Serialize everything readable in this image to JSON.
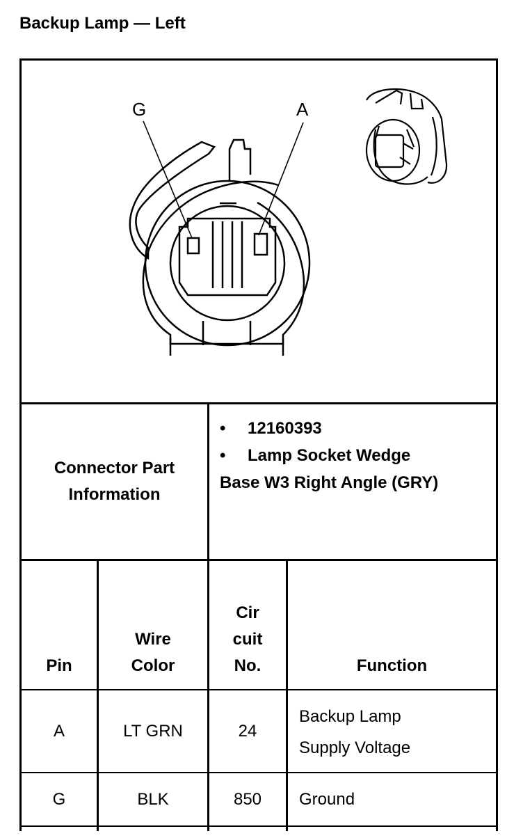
{
  "title": "Backup Lamp — Left",
  "diagram": {
    "pin_label_g": "G",
    "pin_label_a": "A"
  },
  "connector_info": {
    "label_line1": "Connector Part",
    "label_line2": "Information",
    "bullets": [
      {
        "bullet": "•",
        "text": "12160393"
      },
      {
        "bullet": "•",
        "text": "Lamp Socket Wedge"
      }
    ],
    "continuation": "Base W3 Right Angle (GRY)"
  },
  "table": {
    "headers": {
      "pin": "Pin",
      "wire_color_1": "Wire",
      "wire_color_2": "Color",
      "circuit_1": "Cir",
      "circuit_2": "cuit",
      "circuit_3": "No.",
      "function": "Function"
    },
    "rows": [
      {
        "pin": "A",
        "wire_color": "LT GRN",
        "circuit": "24",
        "function_line1": "Backup Lamp",
        "function_line2": "Supply Voltage"
      },
      {
        "pin": "G",
        "wire_color": "BLK",
        "circuit": "850",
        "function_line1": "Ground",
        "function_line2": ""
      }
    ]
  }
}
